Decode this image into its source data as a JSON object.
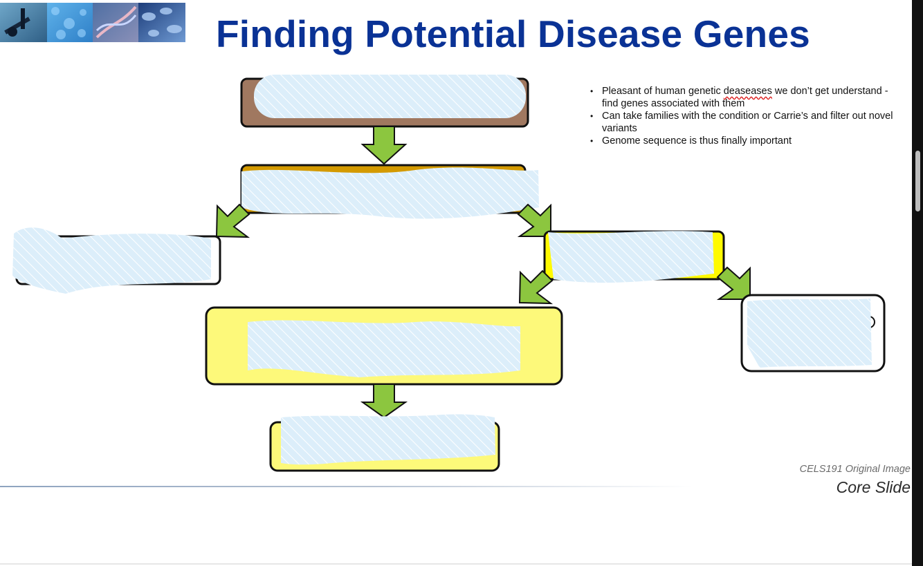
{
  "slide": {
    "title": "Finding Potential Disease Genes",
    "notes": [
      {
        "before": "Pleasant of human genetic ",
        "misspelled": "deaseases",
        "after": " we don’t get understand - find genes associated with them"
      },
      {
        "before": "Can take families with the condition or Carrie’s and filter out novel variants",
        "misspelled": "",
        "after": ""
      },
      {
        "before": "Genome sequence is thus finally important",
        "misspelled": "",
        "after": ""
      }
    ],
    "credit": "CELS191 Original Image",
    "credit_category": "Core Slide"
  },
  "colors": {
    "title": "#0a3295",
    "box_brown": "#a07860",
    "box_gold": "#d49a00",
    "box_yellow": "#fffa00",
    "box_pale_yellow": "#fdf97a",
    "arrow_green": "#8cc63f",
    "redaction": "#dceefa"
  }
}
